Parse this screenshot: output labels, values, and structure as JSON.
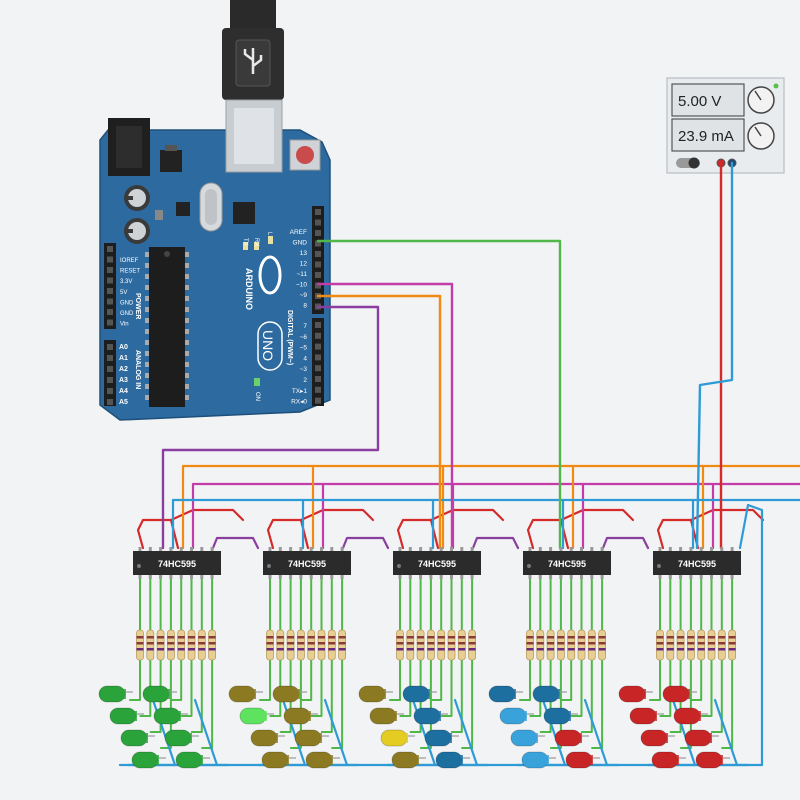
{
  "power_supply": {
    "voltage": "5.00 V",
    "current": "23.9 mA"
  },
  "arduino": {
    "brand": "ARDUINO",
    "model": "UNO",
    "on_label": "ON",
    "tx_label": "TX",
    "rx_label": "RX",
    "l_label": "L",
    "power_header_title": "POWER",
    "analog_header_title": "ANALOG IN",
    "digital_header_title": "DIGITAL (PWM~)",
    "power_pins": [
      "IOREF",
      "RESET",
      "3.3V",
      "5V",
      "GND",
      "GND",
      "Vin"
    ],
    "analog_pins": [
      "A0",
      "A1",
      "A2",
      "A3",
      "A4",
      "A5"
    ],
    "digital_pins_top": [
      "AREF",
      "GND",
      "13",
      "12",
      "~11",
      "~10",
      "~9",
      "8"
    ],
    "digital_pins_bottom": [
      "7",
      "~6",
      "~5",
      "4",
      "~3",
      "2",
      "TX▸1",
      "RX◂0"
    ]
  },
  "shift_registers": [
    {
      "label": "74HC595",
      "led_colors": [
        "green",
        "green",
        "green",
        "green",
        "green",
        "green",
        "green",
        "green"
      ]
    },
    {
      "label": "74HC595",
      "led_colors": [
        "olive",
        "bright-green",
        "olive",
        "olive",
        "olive",
        "olive",
        "olive",
        "olive"
      ]
    },
    {
      "label": "74HC595",
      "led_colors": [
        "olive",
        "olive",
        "yellow",
        "olive",
        "blue",
        "blue",
        "blue",
        "blue"
      ]
    },
    {
      "label": "74HC595",
      "led_colors": [
        "blue",
        "lightblue",
        "lightblue",
        "lightblue",
        "blue",
        "blue",
        "red",
        "red"
      ]
    },
    {
      "label": "74HC595",
      "led_colors": [
        "red",
        "red",
        "red",
        "red",
        "red",
        "red",
        "red",
        "red"
      ]
    }
  ],
  "colors": {
    "wire_red": "#d42a2a",
    "wire_blue": "#2f9bd6",
    "wire_green": "#4fb848",
    "wire_orange": "#f08a12",
    "wire_magenta": "#c43ca8",
    "wire_purple": "#8a3fa0",
    "board": "#2c6aa0",
    "chip": "#2b2b2b"
  }
}
